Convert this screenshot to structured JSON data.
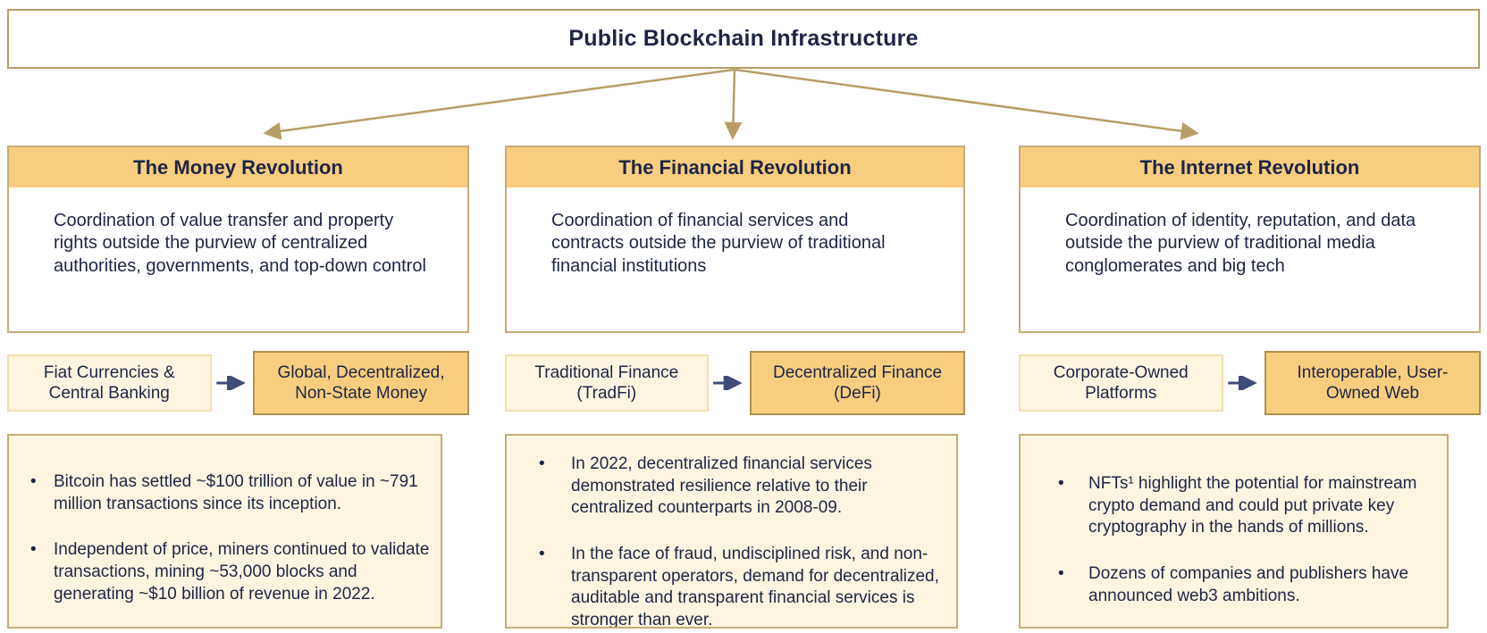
{
  "title": "Public Blockchain Infrastructure",
  "colors": {
    "amber": "#F8CD7F",
    "cream": "#FDF5E2",
    "gold": "#B79E66",
    "card_border": "#C6AC76",
    "cream_border": "#F2DFAC",
    "orange_border": "#AE9150",
    "ink": "#1E2546",
    "arrow": "#3F4B79"
  },
  "icons": {
    "connector": "down-arrow-icon",
    "transition": "right-arrow-icon"
  },
  "columns": [
    {
      "header": "The Money Revolution",
      "description": "Coordination of value transfer and property rights outside the purview of centralized authorities, governments, and top-down control",
      "from_label": "Fiat Currencies & Central Banking",
      "to_label": "Global, Decentralized, Non-State Money",
      "bullets": [
        "Bitcoin has settled ~$100 trillion of value in ~791 million transactions since its inception.",
        "Independent of price, miners continued to validate transactions, mining ~53,000 blocks and generating ~$10 billion of revenue in 2022."
      ]
    },
    {
      "header": "The Financial Revolution",
      "description": "Coordination of financial services and contracts outside the purview of traditional financial institutions",
      "from_label": "Traditional Finance (TradFi)",
      "to_label": "Decentralized Finance (DeFi)",
      "bullets": [
        "In 2022, decentralized financial services demonstrated resilience relative to their centralized counterparts in 2008-09.",
        "In the face of fraud, undisciplined risk, and non-transparent operators, demand for decentralized, auditable and transparent financial services is stronger than ever."
      ]
    },
    {
      "header": "The Internet Revolution",
      "description": "Coordination of identity, reputation, and data outside the purview of traditional media conglomerates and big tech",
      "from_label": "Corporate-Owned Platforms",
      "to_label": "Interoperable, User-Owned Web",
      "bullets": [
        "NFTs¹ highlight the potential for mainstream crypto demand and could put private key cryptography in the hands of millions.",
        "Dozens of companies and publishers have announced web3 ambitions."
      ]
    }
  ]
}
